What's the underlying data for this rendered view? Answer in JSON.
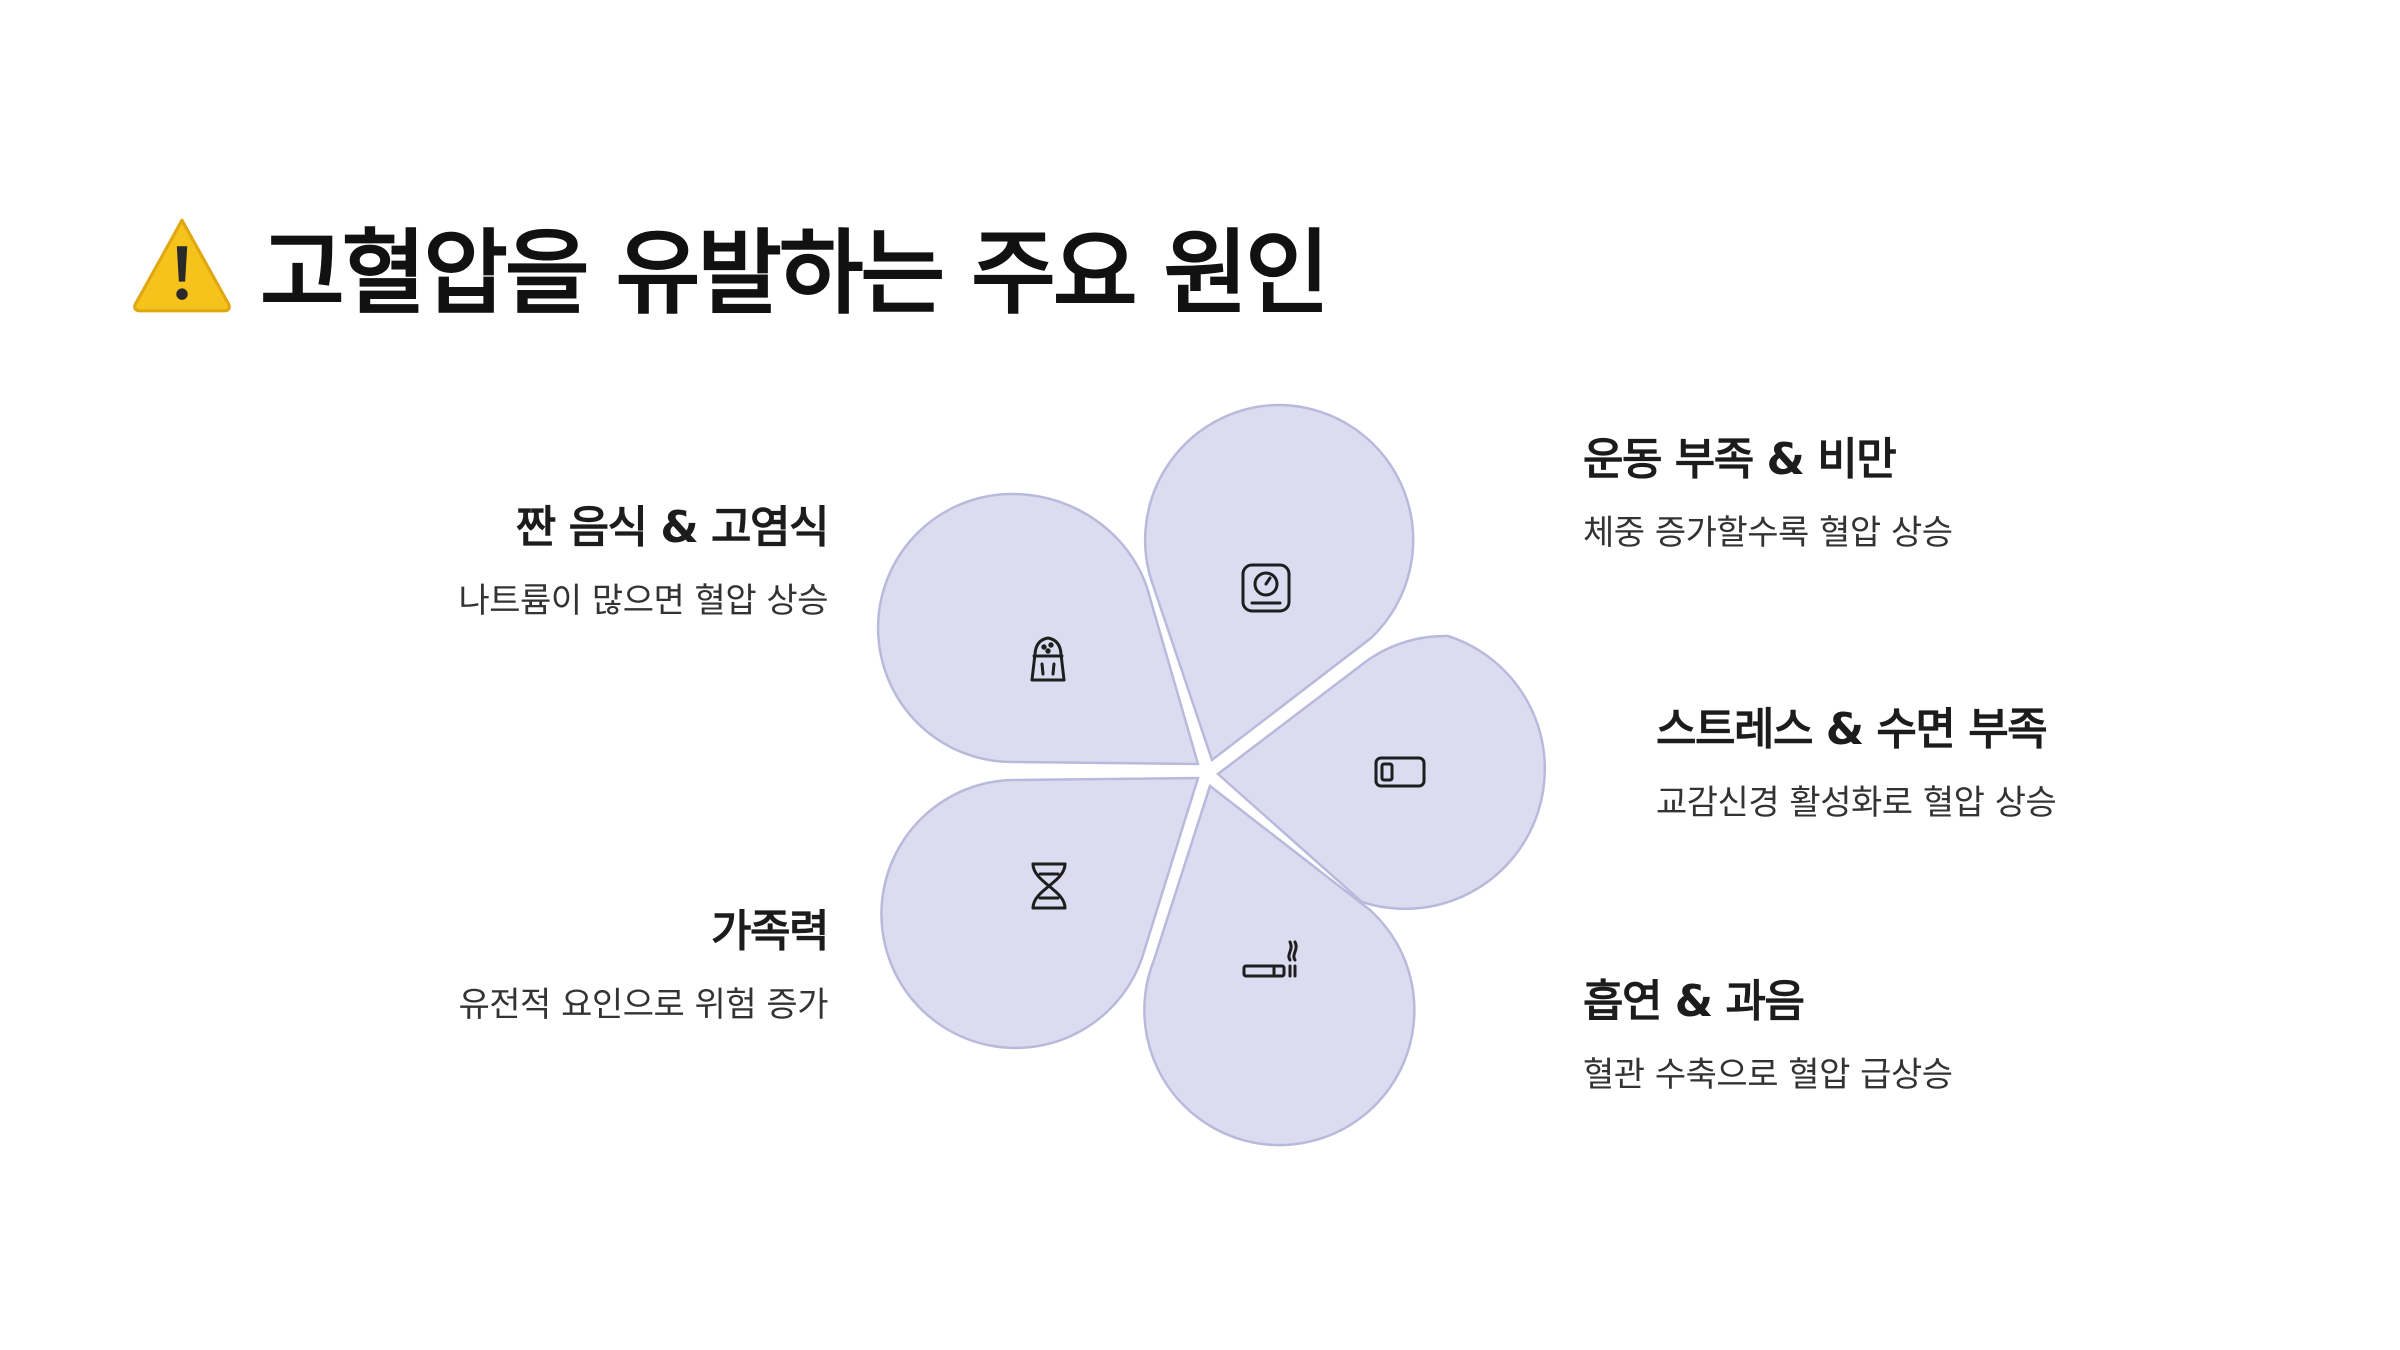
{
  "title": {
    "icon": "warning-icon",
    "text": "고혈압을 유발하는 주요 원인"
  },
  "colors": {
    "petal_fill": "#dcdcf0",
    "petal_stroke": "#b9b9dc",
    "warning_yellow": "#f6c21c",
    "text_dark": "#1c1c1c"
  },
  "factors": [
    {
      "id": "salt",
      "icon": "salt-shaker-icon",
      "title": "짠 음식 & 고염식",
      "desc": "나트륨이 많으면 혈압 상승"
    },
    {
      "id": "exercise",
      "icon": "weight-scale-icon",
      "title": "운동 부족 & 비만",
      "desc": "체중 증가할수록 혈압 상승"
    },
    {
      "id": "stress",
      "icon": "low-battery-icon",
      "title": "스트레스 & 수면 부족",
      "desc": "교감신경 활성화로 혈압 상승"
    },
    {
      "id": "smoking",
      "icon": "cigarette-icon",
      "title": "흡연 & 과음",
      "desc": "혈관 수축으로 혈압 급상승"
    },
    {
      "id": "family",
      "icon": "dna-icon",
      "title": "가족력",
      "desc": "유전적 요인으로 위험 증가"
    }
  ]
}
